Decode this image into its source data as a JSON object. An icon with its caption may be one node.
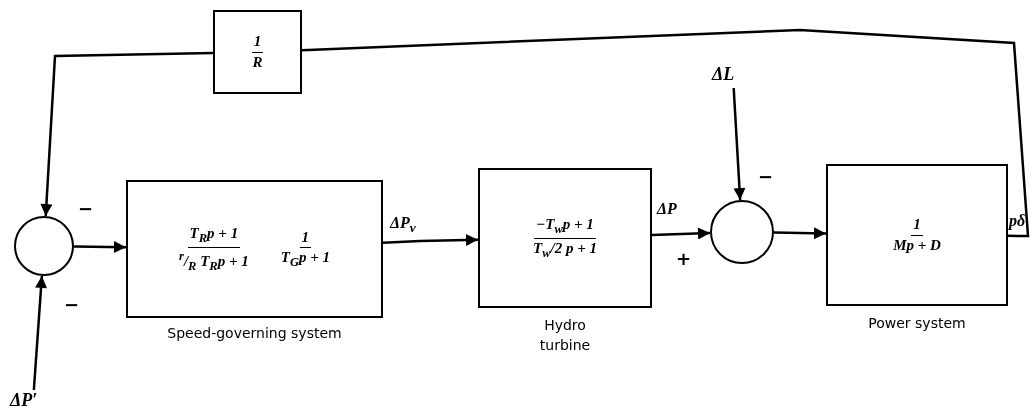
{
  "diagram": {
    "nodes": [
      {
        "text": [
          "1",
          "R"
        ]
      },
      {
        "text": [],
        "shape": "circle"
      },
      {
        "text": [
          "T$_{R}$p + 1",
          "$^{r}$/$_{R}$ T$_{R}$p + 1",
          "1",
          "T$_{G}$p + 1"
        ],
        "beside": [
          "Speed-governing system"
        ]
      },
      {
        "text": [
          "−T$_{w}$p + 1",
          "T$_{w}$/2 p + 1"
        ],
        "beside": [
          "Hydro turbine"
        ]
      },
      {
        "text": [],
        "shape": "circle"
      },
      {
        "text": [
          "1",
          "Mp + D"
        ],
        "beside": [
          "Power system"
        ]
      },
      {
        "text": [
          "ΔP′"
        ]
      },
      {
        "text": [
          "ΔL"
        ]
      }
    ],
    "edges": [
      {
        "from": 0,
        "to": 1,
        "arrow": "to"
      },
      {
        "from": 6,
        "to": 1,
        "arrow": "to"
      },
      {
        "from": 1,
        "to": 2,
        "arrow": "to"
      },
      {
        "from": 2,
        "to": 3,
        "arrow": "to",
        "label": "ΔP$_{v}$"
      },
      {
        "from": 3,
        "to": 4,
        "arrow": "to",
        "label": "ΔP"
      },
      {
        "from": 7,
        "to": 4,
        "arrow": "to"
      },
      {
        "from": 4,
        "to": 5,
        "arrow": "to"
      },
      {
        "from": 5,
        "to": 0,
        "arrow": "none",
        "label": "pδ"
      }
    ],
    "labels": [
      "−",
      "−",
      "−",
      "+"
    ]
  }
}
